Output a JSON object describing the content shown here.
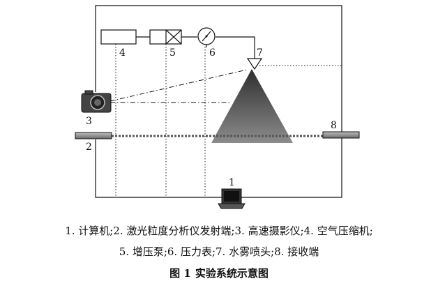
{
  "diagram": {
    "labels": {
      "computer": "1",
      "laser_emitter": "2",
      "camera": "3",
      "compressor": "4",
      "pump": "5",
      "gauge": "6",
      "nozzle": "7",
      "receiver": "8"
    }
  },
  "caption": {
    "line1": "1. 计算机;2. 激光粒度分析仪发射端;3. 高速摄影仪;4. 空气压缩机;",
    "line2": "5. 增压泵;6. 压力表;7. 水雾喷头;8. 接收端",
    "figure_number": "图 1",
    "figure_title": "实验系统示意图"
  },
  "colors": {
    "line": "#111111",
    "spray_light": "#9a9a9a",
    "spray_dark": "#3a3a3a",
    "laser": "#555555"
  }
}
